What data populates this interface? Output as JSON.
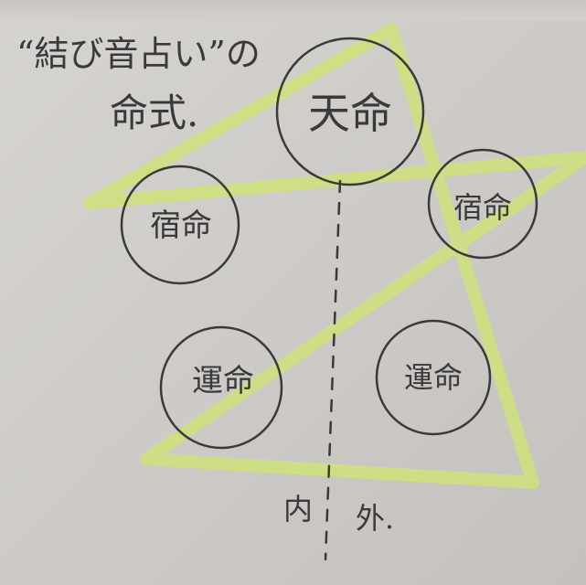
{
  "title": "“結び音占い”の",
  "subtitle": "命式.",
  "nodes": [
    {
      "id": "top",
      "label": "天命"
    },
    {
      "id": "left",
      "label": "宿命"
    },
    {
      "id": "right",
      "label": "宿命"
    },
    {
      "id": "bottom-left",
      "label": "運命"
    },
    {
      "id": "bottom-right",
      "label": "運命"
    }
  ],
  "divider": {
    "inner_label": "内",
    "outer_label": "外."
  },
  "colors": {
    "ink": "#3a3a3a",
    "star": "#cfe27a",
    "paper": "#d2cfcc"
  }
}
